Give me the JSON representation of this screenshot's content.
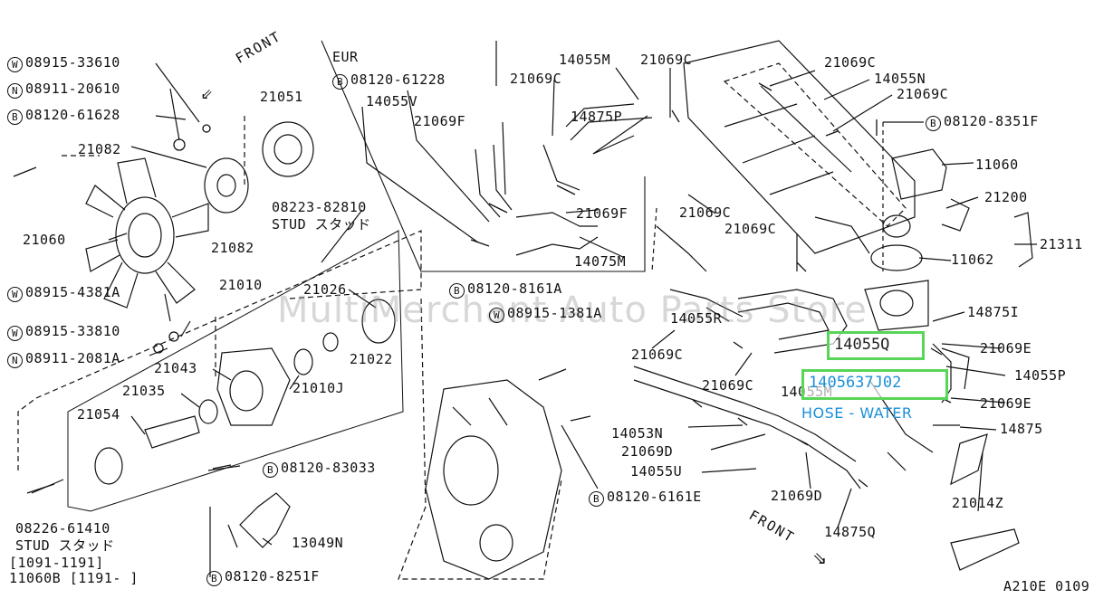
{
  "labels": {
    "w_08915_33610": "08915-33610",
    "n_08911_20610": "08911-20610",
    "b_08120_61628": "08120-61628",
    "front_top": "FRONT",
    "p21051": "21051",
    "p21082_a": "21082",
    "p21082_b": "21082",
    "p21060": "21060",
    "p08223_82810": "08223-82810",
    "stud_a": "STUD スタッド",
    "w_08915_4381a": "08915-4381A",
    "p21010": "21010",
    "p21026": "21026",
    "w_08915_33810": "08915-33810",
    "n_08911_2081a": "08911-2081A",
    "p21043": "21043",
    "p21022": "21022",
    "p21010j": "21010J",
    "p21035": "21035",
    "p21054": "21054",
    "b_08120_83033": "08120-83033",
    "p08226_61410": "08226-61410",
    "stud_b": "STUD スタッド",
    "range_a": "[1091-1191]",
    "range_b": "11060B [1191-       ]",
    "p13049n": "13049N",
    "b_08120_8251f": "08120-8251F",
    "eur": "EUR",
    "b_08120_61228": "08120-61228",
    "p14055v": "14055V",
    "p21069f_a": "21069F",
    "p14055m": "14055M",
    "p21069c_1": "21069C",
    "p21069c_2": "21069C",
    "p14875p": "14875P",
    "p21069f_b": "21069F",
    "p14075m": "14075M",
    "b_08120_8161a": "08120-8161A",
    "w_08915_1381a": "08915-1381A",
    "p21069c_3": "21069C",
    "p14055n": "14055N",
    "p21069c_4": "21069C",
    "b_08120_8351f": "08120-8351F",
    "p11060": "11060",
    "p21200": "21200",
    "p21311": "21311",
    "p11062": "11062",
    "p21069c_5": "21069C",
    "p21069c_6": "21069C",
    "p14055r": "14055R",
    "p21069c_7": "21069C",
    "p14875i": "14875I",
    "p21069e_a": "21069E",
    "p14055p": "14055P",
    "p21069e_b": "21069E",
    "p14875": "14875",
    "p14055m_lower": "14055M",
    "p21069c_8": "21069C",
    "p14053n": "14053N",
    "p21069d_a": "21069D",
    "p14055u": "14055U",
    "b_08120_6161e": "08120-6161E",
    "p21069d_b": "21069D",
    "p14875q": "14875Q",
    "p21014z": "21014Z",
    "front_bottom": "FRONT",
    "code": "A210E 0109"
  },
  "highlights": {
    "part_14055q": "14055Q",
    "part_1405637j02": "1405637J02",
    "description": "HOSE - WATER"
  },
  "watermark": "MultiMerchant Auto Parts Store",
  "colors": {
    "highlight_border": "#57d657",
    "highlight_text": "#1a8fd8",
    "line": "#111111"
  }
}
